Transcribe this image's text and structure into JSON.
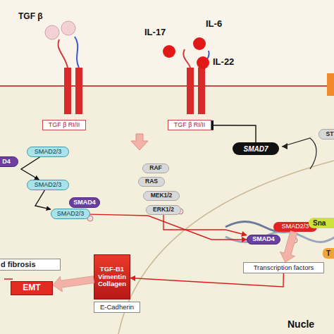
{
  "diagram": {
    "nodes": [
      {
        "text": [
          "TGF β RI/II"
        ]
      },
      {
        "text": [
          "TGF β RI/II"
        ]
      },
      {
        "text": [
          "D4"
        ]
      },
      {
        "text": [
          "SMAD2/3"
        ]
      },
      {
        "text": [
          "SMAD2/3"
        ]
      },
      {
        "text": [
          "SMAD4"
        ]
      },
      {
        "text": [
          "SMAD2/3"
        ]
      },
      {
        "text": [
          "RAF"
        ]
      },
      {
        "text": [
          "RAS"
        ]
      },
      {
        "text": [
          "MEK1/2"
        ]
      },
      {
        "text": [
          "ERK1/2"
        ]
      },
      {
        "text": [
          "SMAD7"
        ]
      },
      {
        "text": [
          "ST"
        ]
      },
      {
        "text": [
          "SMAD2/3"
        ]
      },
      {
        "text": [
          "SMAD4"
        ]
      },
      {
        "text": [
          "Sna"
        ]
      },
      {
        "text": [
          "T"
        ]
      },
      {
        "text": [
          "Transcription factors"
        ]
      },
      {
        "text": [
          "d fibrosis"
        ]
      },
      {
        "text": [
          "TGF-B1 Vimentin Collagen"
        ]
      },
      {
        "text": [
          "E-Cadherin"
        ]
      },
      {
        "text": [
          "EMT"
        ]
      }
    ],
    "edges": [
      {
        "from": 3,
        "to": 4,
        "arrow": "to"
      },
      {
        "from": 4,
        "to": 6,
        "arrow": "to"
      },
      {
        "from": 6,
        "to": 14,
        "arrow": "to"
      },
      {
        "from": 10,
        "to": 14,
        "arrow": "to"
      },
      {
        "from": 11,
        "to": 1,
        "arrow": "to"
      },
      {
        "from": 13,
        "to": 17,
        "arrow": "to"
      },
      {
        "from": 17,
        "to": 19,
        "arrow": "to"
      },
      {
        "from": 19,
        "to": 21,
        "arrow": "to"
      }
    ],
    "labels": [
      "TGF β",
      "IL-17",
      "IL-6",
      "IL-22",
      "Nucle"
    ]
  }
}
